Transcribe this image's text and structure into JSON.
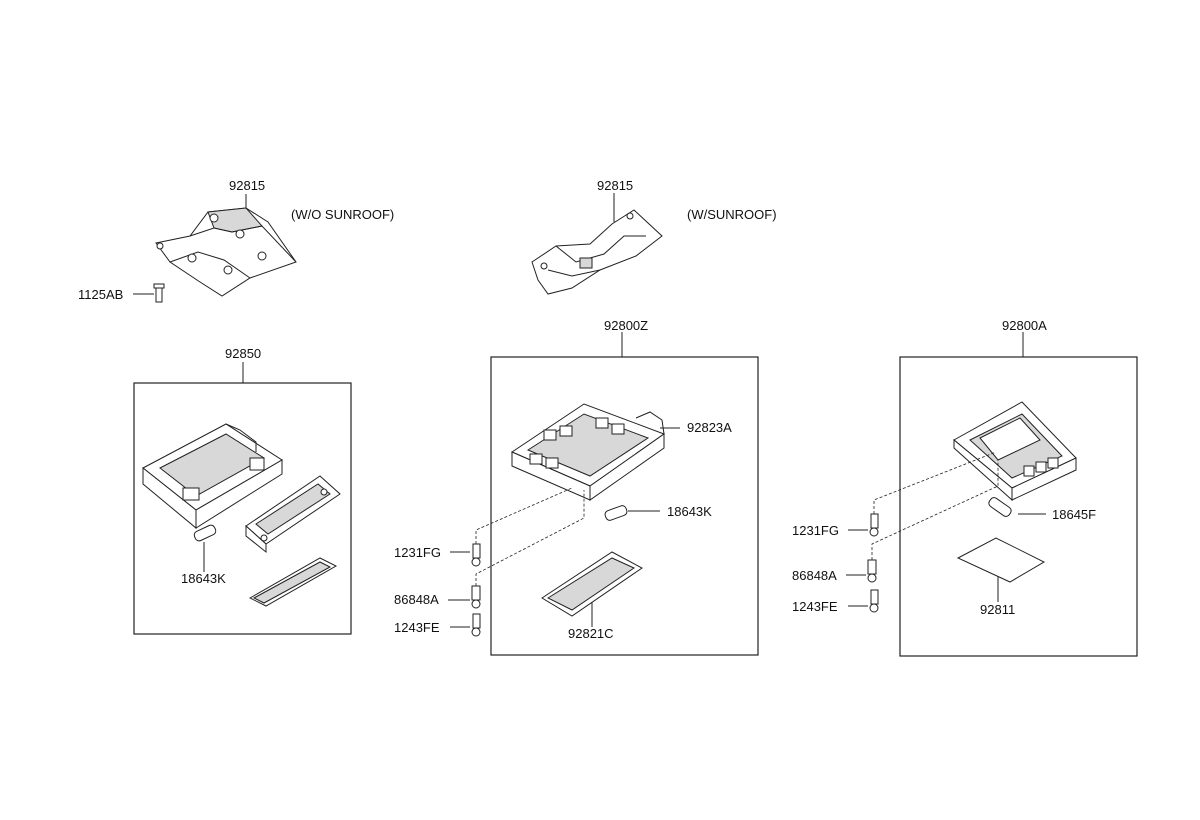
{
  "labels": {
    "p92815_left": "92815",
    "wo_sunroof": "(W/O SUNROOF)",
    "p1125AB": "1125AB",
    "p92815_mid": "92815",
    "w_sunroof": "(W/SUNROOF)",
    "p92850": "92850",
    "p18643K_left": "18643K",
    "p92800Z": "92800Z",
    "p92823A": "92823A",
    "p18643K_mid": "18643K",
    "p1231FG_mid": "1231FG",
    "p86848A_mid": "86848A",
    "p1243FE_mid": "1243FE",
    "p92821C": "92821C",
    "p92800A": "92800A",
    "p1231FG_right": "1231FG",
    "p18645F": "18645F",
    "p86848A_right": "86848A",
    "p1243FE_right": "1243FE",
    "p92811": "92811"
  }
}
